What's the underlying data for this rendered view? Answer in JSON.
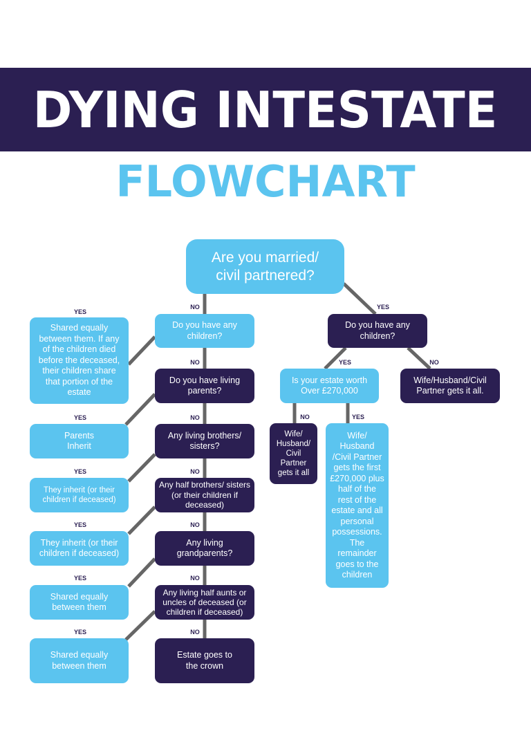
{
  "header": {
    "title": "DYING INTESTATE",
    "subtitle": "FLOWCHART"
  },
  "nodes": {
    "married": "Are you married/ civil partnered?",
    "children_no": "Do you have any children?",
    "children_yes": "Do you have any children?",
    "children_share": "Shared equally between them. If any of the children died before the deceased, their children share that portion of the estate",
    "living_parents": "Do you have living parents?",
    "parents_inherit": "Parents Inherit",
    "brothers_sisters": "Any living brothers/ sisters?",
    "siblings_inherit": "They inherit (or their children if deceased)",
    "half_siblings": "Any half brothers/ sisters (or their children if deceased)",
    "half_siblings_inherit": "They inherit (or their children if deceased)",
    "grandparents": "Any living grandparents?",
    "grandparents_share": "Shared equally between them",
    "half_aunts": "Any living half aunts or uncles of deceased (or children if deceased)",
    "half_aunts_share": "Shared equally between them",
    "crown": "Estate goes to the crown",
    "estate_worth": "Is your estate worth Over £270,000",
    "spouse_all": "Wife/Husband/Civil Partner gets it all.",
    "spouse_all_small": "Wife/ Husband/ Civil Partner gets it all",
    "spouse_share": "Wife/ Husband /Civil Partner gets the first £270,000 plus half of the rest of the estate and all personal possessions. The remainder goes to the children"
  },
  "labels": {
    "yes": "YES",
    "no": "NO"
  },
  "colors": {
    "dark": "#2b1f52",
    "light": "#5bc4ef",
    "connector": "#666666"
  }
}
